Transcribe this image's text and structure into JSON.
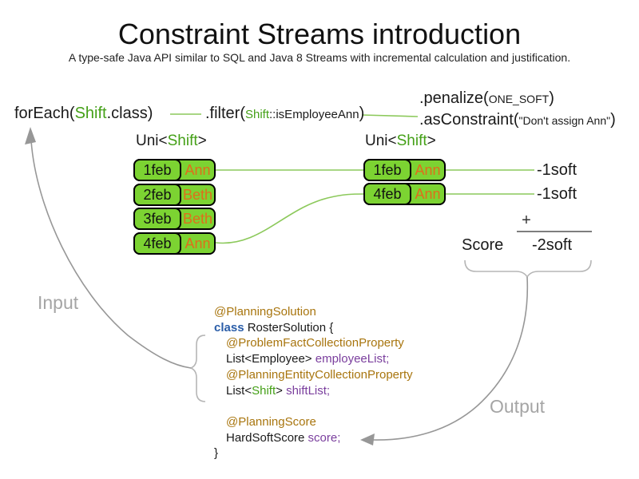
{
  "colors": {
    "green-text": "#44A017",
    "line-green": "#8CC95B",
    "cell-green": "#7CD332",
    "orange": "#DF6E1B",
    "ann-brown": "#A8750E",
    "kw-blue": "#2A5DA8",
    "field-purple": "#7A3E9D",
    "gray-label": "#A5A5A5",
    "gray-arrow": "#979797",
    "brace-gray": "#B5B5B5",
    "score-line-gray": "#7E7E7E",
    "ink": "#1A1A1A"
  },
  "header": {
    "title": "Constraint Streams introduction",
    "subtitle": "A type-safe Java API similar to SQL and Java 8 Streams with incremental calculation and justification."
  },
  "pipeline": {
    "foreach": {
      "open": "forEach(",
      "arg_class": "Shift",
      "close": ".class)"
    },
    "filter": {
      "open": ".filter(",
      "arg_class": "Shift",
      "arg_method": "::isEmployeeAnn",
      "close": ")"
    },
    "penalize": {
      "open": ".penalize(",
      "arg": "ONE_SOFT",
      "close": ")"
    },
    "as_constraint": {
      "open": ".asConstraint(",
      "arg": "\"Don't assign Ann\"",
      "close": ")"
    }
  },
  "input_stream": {
    "type_label": {
      "open": "Uni<",
      "param": "Shift",
      "close": ">"
    },
    "rows": [
      {
        "date": "1feb",
        "employee": "Ann"
      },
      {
        "date": "2feb",
        "employee": "Beth"
      },
      {
        "date": "3feb",
        "employee": "Beth"
      },
      {
        "date": "4feb",
        "employee": "Ann"
      }
    ]
  },
  "filtered_stream": {
    "type_label": {
      "open": "Uni<",
      "param": "Shift",
      "close": ">"
    },
    "rows": [
      {
        "date": "1feb",
        "employee": "Ann",
        "penalty": "-1soft"
      },
      {
        "date": "4feb",
        "employee": "Ann",
        "penalty": "-1soft"
      }
    ]
  },
  "score_summary": {
    "plus": "+",
    "label": "Score",
    "total": "-2soft"
  },
  "flow": {
    "input_label": "Input",
    "output_label": "Output"
  },
  "code": {
    "annotation_solution": "@PlanningSolution",
    "kw_class": "class",
    "class_decl": " RosterSolution {",
    "annotation_fact": "@ProblemFactCollectionProperty",
    "fact_type": "List<Employee> ",
    "fact_field": "employeeList;",
    "annotation_entity": "@PlanningEntityCollectionProperty",
    "entity_type_open": "List<",
    "entity_param": "Shift",
    "entity_type_close": "> ",
    "entity_field": "shiftList;",
    "annotation_score": "@PlanningScore",
    "score_type": "HardSoftScore ",
    "score_field": "score;",
    "close_brace": "}"
  }
}
